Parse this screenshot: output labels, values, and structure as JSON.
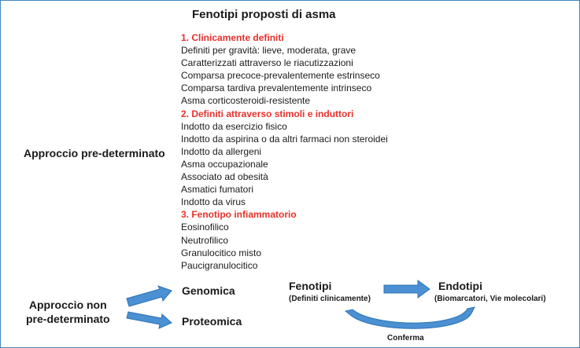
{
  "title": "Fenotipi proposti di asma",
  "approaches": {
    "predetermined": "Approccio pre-determinato",
    "nonpredetermined_line1": "Approccio non",
    "nonpredetermined_line2": "pre-determinato"
  },
  "phenotype_groups": [
    {
      "heading": "1. Clinicamente definiti",
      "items": [
        "Definiti per gravità: lieve, moderata, grave",
        "Caratterizzati attraverso le riacutizzazioni",
        "Comparsa precoce-prevalentemente estrinseco",
        "Comparsa tardiva prevalentemente intrinseco",
        "Asma corticosteroidi-resistente"
      ]
    },
    {
      "heading": "2. Definiti attraverso stimoli e induttori",
      "items": [
        "Indotto da esercizio fisico",
        "Indotto da aspirina o da altri farmaci non steroidei",
        "Indotto da allergeni",
        "Asma occupazionale",
        "Associato ad obesità",
        "Asmatici fumatori",
        "Indotto da virus"
      ]
    },
    {
      "heading": "3. Fenotipo infiammatorio",
      "items": [
        "Eosinofilico",
        "Neutrofilico",
        "Granulocitico misto",
        "Paucigranulocitico"
      ]
    }
  ],
  "omics": {
    "genomics": "Genomica",
    "proteomics": "Proteomica"
  },
  "flow": {
    "phenotypes": "Fenotipi",
    "phenotypes_sub": "(Definiti clinicamente)",
    "endotypes": "Endotipi",
    "endotypes_sub": "(Biomarcatori, Vie molecolari)",
    "confirm": "Conferma"
  },
  "colors": {
    "heading_red": "#e8302a",
    "arrow_fill": "#4a90d2",
    "arrow_stroke": "#2f74b5",
    "frame_border": "#3f86bf"
  }
}
